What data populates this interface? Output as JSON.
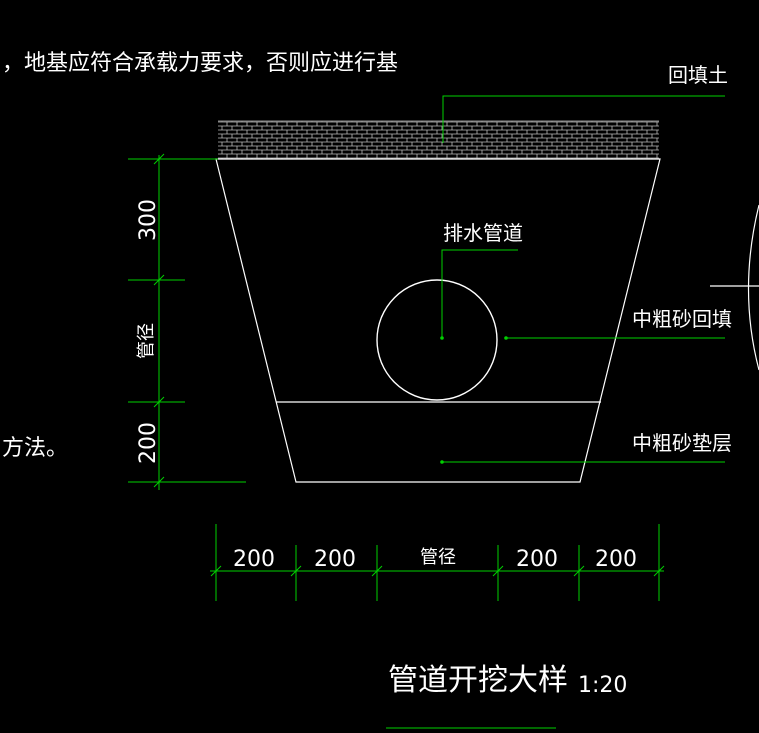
{
  "note_line_1": "，地基应符合承载力要求，否则应进行基",
  "note_line_2": "方法。",
  "labels": {
    "backfill": "回填土",
    "drain_pipe": "排水管道",
    "sand_backfill": "中粗砂回填",
    "sand_cushion": "中粗砂垫层"
  },
  "vertical_dims": {
    "top": "300",
    "middle": "管径",
    "bottom": "200"
  },
  "horizontal_dims": [
    "200",
    "200",
    "管径",
    "200",
    "200"
  ],
  "title": "管道开挖大样",
  "scale": "1:20",
  "colors": {
    "background": "#000000",
    "linework": "#ffffff",
    "dimension": "#00d000"
  }
}
